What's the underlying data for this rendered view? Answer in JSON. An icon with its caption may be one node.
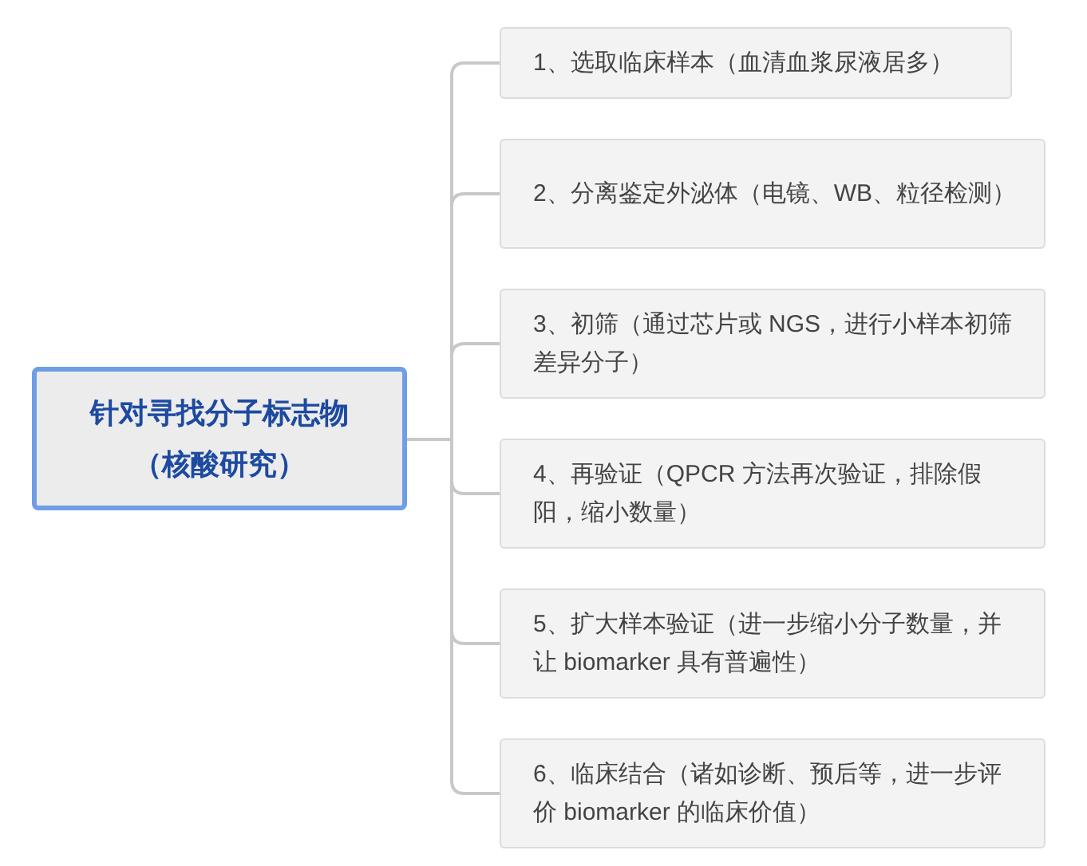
{
  "diagram": {
    "nodes": [
      {
        "text": [
          "针对寻找分子标志物（核酸研究）"
        ]
      },
      {
        "text": [
          "1、选取临床样本（血清血浆尿液居多）"
        ]
      },
      {
        "text": [
          "2、分离鉴定外泌体（电镜、WB、粒径检测）"
        ]
      },
      {
        "text": [
          "3、初筛（通过芯片或 NGS，进行小样本初筛差异分子）"
        ]
      },
      {
        "text": [
          "4、再验证（QPCR 方法再次验证，排除假阳，缩小数量）"
        ]
      },
      {
        "text": [
          "5、扩大样本验证（进一步缩小分子数量，并让 biomarker 具有普遍性）"
        ]
      },
      {
        "text": [
          "6、临床结合（诸如诊断、预后等，进一步评价 biomarker 的临床价值）"
        ]
      }
    ],
    "edges": [
      {
        "from": 0,
        "to": 1,
        "arrow": "none"
      },
      {
        "from": 0,
        "to": 2,
        "arrow": "none"
      },
      {
        "from": 0,
        "to": 3,
        "arrow": "none"
      },
      {
        "from": 0,
        "to": 4,
        "arrow": "none"
      },
      {
        "from": 0,
        "to": 5,
        "arrow": "none"
      },
      {
        "from": 0,
        "to": 6,
        "arrow": "none"
      }
    ]
  }
}
